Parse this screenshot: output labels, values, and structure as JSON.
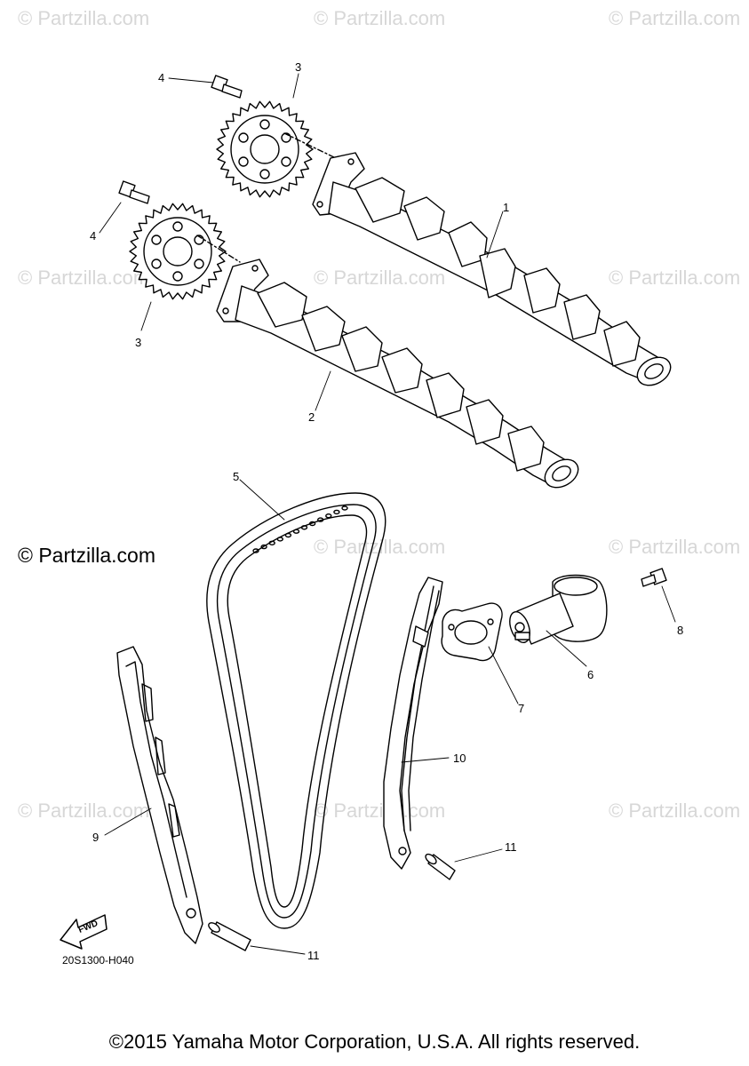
{
  "watermark": "© Partzilla.com",
  "brand_watermark": "© Partzilla.com",
  "part_labels": {
    "cam_1": "1",
    "cam_2": "2",
    "sprocket_upper": "3",
    "sprocket_lower": "3",
    "bolt_upper": "4",
    "bolt_lower": "4",
    "chain": "5",
    "tensioner": "6",
    "gasket": "7",
    "tensioner_bolt": "8",
    "guide_rear": "9",
    "guide_front": "10",
    "pin_front": "11",
    "pin_rear": "11"
  },
  "fwd_label": "FWD",
  "diagram_code": "20S1300-H040",
  "copyright": "©2015 Yamaha Motor Corporation, U.S.A. All rights reserved."
}
